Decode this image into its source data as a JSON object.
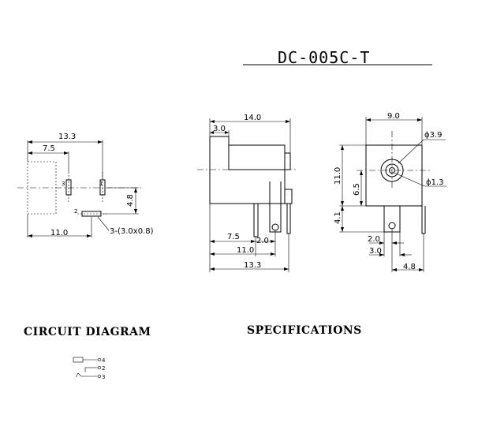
{
  "title": "DC-005C-T",
  "headings": {
    "circuit": "CIRCUIT DIAGRAM",
    "specs": "SPECIFICATIONS"
  },
  "left_view": {
    "dims": {
      "overall": "13.3",
      "inner": "7.5",
      "bottom": "11.0",
      "height": "4.8",
      "pin_note": "3-(3.0x0.8)"
    },
    "pins": {
      "p3": "3",
      "p1": "1",
      "p2": "2"
    }
  },
  "side_view": {
    "dims": {
      "overall_top": "14.0",
      "lead": "3.0",
      "d75": "7.5",
      "d20": "2.0",
      "d110": "11.0",
      "d133": "13.3"
    }
  },
  "front_view": {
    "dims": {
      "width": "9.0",
      "dia_outer": "ϕ3.9",
      "height": "11.0",
      "center": "6.5",
      "pin_dia": "ϕ1.3",
      "bottom": "4.1",
      "d20": "2.0",
      "d30": "3.0",
      "d48": "4.8"
    }
  },
  "circuit": {
    "p4": "4",
    "p2": "2",
    "p3": "3"
  }
}
